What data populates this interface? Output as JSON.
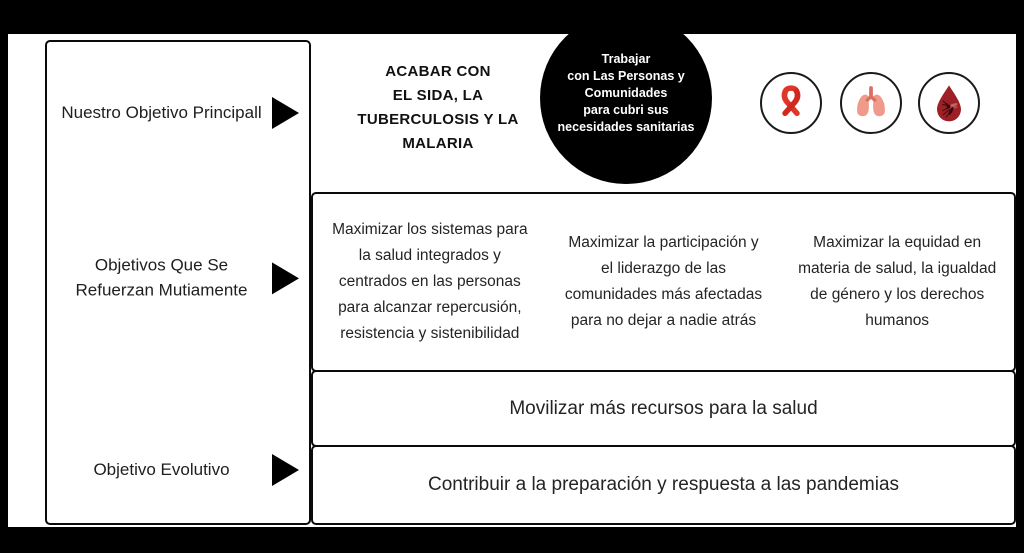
{
  "frame": {
    "background": "#000000",
    "surface": "#ffffff"
  },
  "left_panel": {
    "items": [
      {
        "lines": [
          "Nuestro Objetivo Principall"
        ]
      },
      {
        "lines": [
          "Objetivos Que Se",
          "Refuerzan Mutiamente"
        ]
      },
      {
        "lines": [
          "Objetivo Evolutivo"
        ]
      }
    ]
  },
  "header": {
    "title_lines": [
      "ACABAR CON",
      "EL SIDA, LA",
      "TUBERCULOSIS Y LA",
      "MALARIA"
    ],
    "circle_lines": [
      "Trabajar",
      "con Las Personas y",
      "Comunidades",
      "para cubri sus",
      "necesidades sanitarias"
    ]
  },
  "icons": [
    {
      "name": "hiv-aids-ribbon-icon",
      "color": "#e0352b"
    },
    {
      "name": "tuberculosis-lungs-icon",
      "color": "#f09a8c"
    },
    {
      "name": "malaria-mosquito-drop-icon",
      "color": "#9c2026"
    }
  ],
  "objectives": {
    "columns": [
      "Maximizar los sistemas para la salud integrados y centrados en las personas para alcanzar repercusión, resistencia y sistenibilidad",
      "Maximizar la participación y el liderazgo de las comunidades más afectadas para no dejar a nadie atrás",
      "Maximizar la equidad en materia de salud, la igualdad de género y los derechos humanos"
    ]
  },
  "evolving": {
    "rows": [
      "Movilizar más recursos para la salud",
      "Contribuir a la preparación y respuesta a las pandemias"
    ]
  }
}
